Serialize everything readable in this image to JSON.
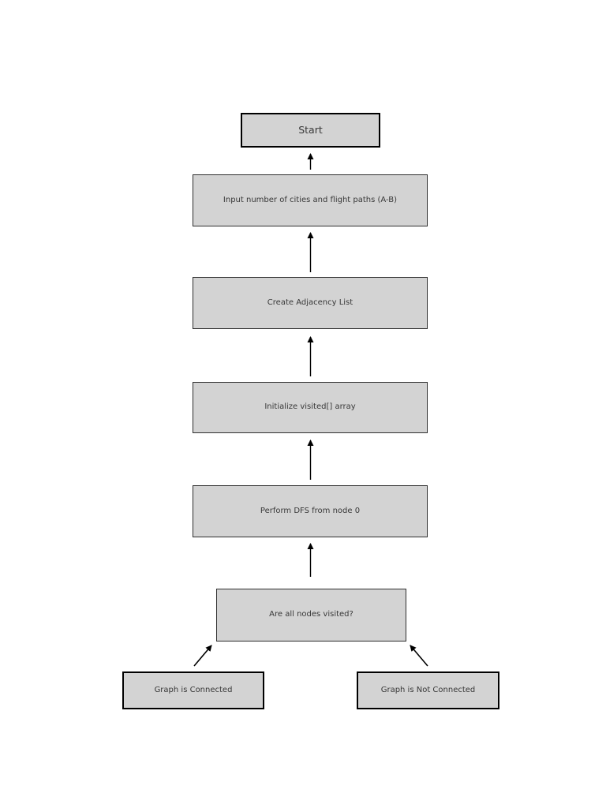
{
  "diagram": {
    "type": "flowchart",
    "background_color": "#ffffff",
    "node_fill_color": "#d3d3d3",
    "node_border_color": "#000000",
    "process_border_color": "#2f2f2f",
    "text_color": "#383838",
    "arrow_color": "#000000",
    "nodes": [
      {
        "id": "start",
        "label": "Start",
        "shape": "terminal"
      },
      {
        "id": "input",
        "label": "Input number of cities and flight paths (A-B)",
        "shape": "process"
      },
      {
        "id": "adjacency",
        "label": "Create Adjacency List",
        "shape": "process"
      },
      {
        "id": "visited",
        "label": "Initialize visited[] array",
        "shape": "process"
      },
      {
        "id": "dfs",
        "label": "Perform DFS from node 0",
        "shape": "process"
      },
      {
        "id": "decision",
        "label": "Are all nodes visited?",
        "shape": "process"
      },
      {
        "id": "connected",
        "label": "Graph is Connected",
        "shape": "terminal"
      },
      {
        "id": "not_connected",
        "label": "Graph is Not Connected",
        "shape": "terminal"
      }
    ],
    "arrows": [
      {
        "from": "input",
        "to": "start",
        "direction": "up"
      },
      {
        "from": "adjacency",
        "to": "input",
        "direction": "up"
      },
      {
        "from": "visited",
        "to": "adjacency",
        "direction": "up"
      },
      {
        "from": "dfs",
        "to": "visited",
        "direction": "up"
      },
      {
        "from": "decision",
        "to": "dfs",
        "direction": "up"
      },
      {
        "from": "connected",
        "to": "decision",
        "direction": "up-right"
      },
      {
        "from": "not_connected",
        "to": "decision",
        "direction": "up-left"
      }
    ]
  }
}
